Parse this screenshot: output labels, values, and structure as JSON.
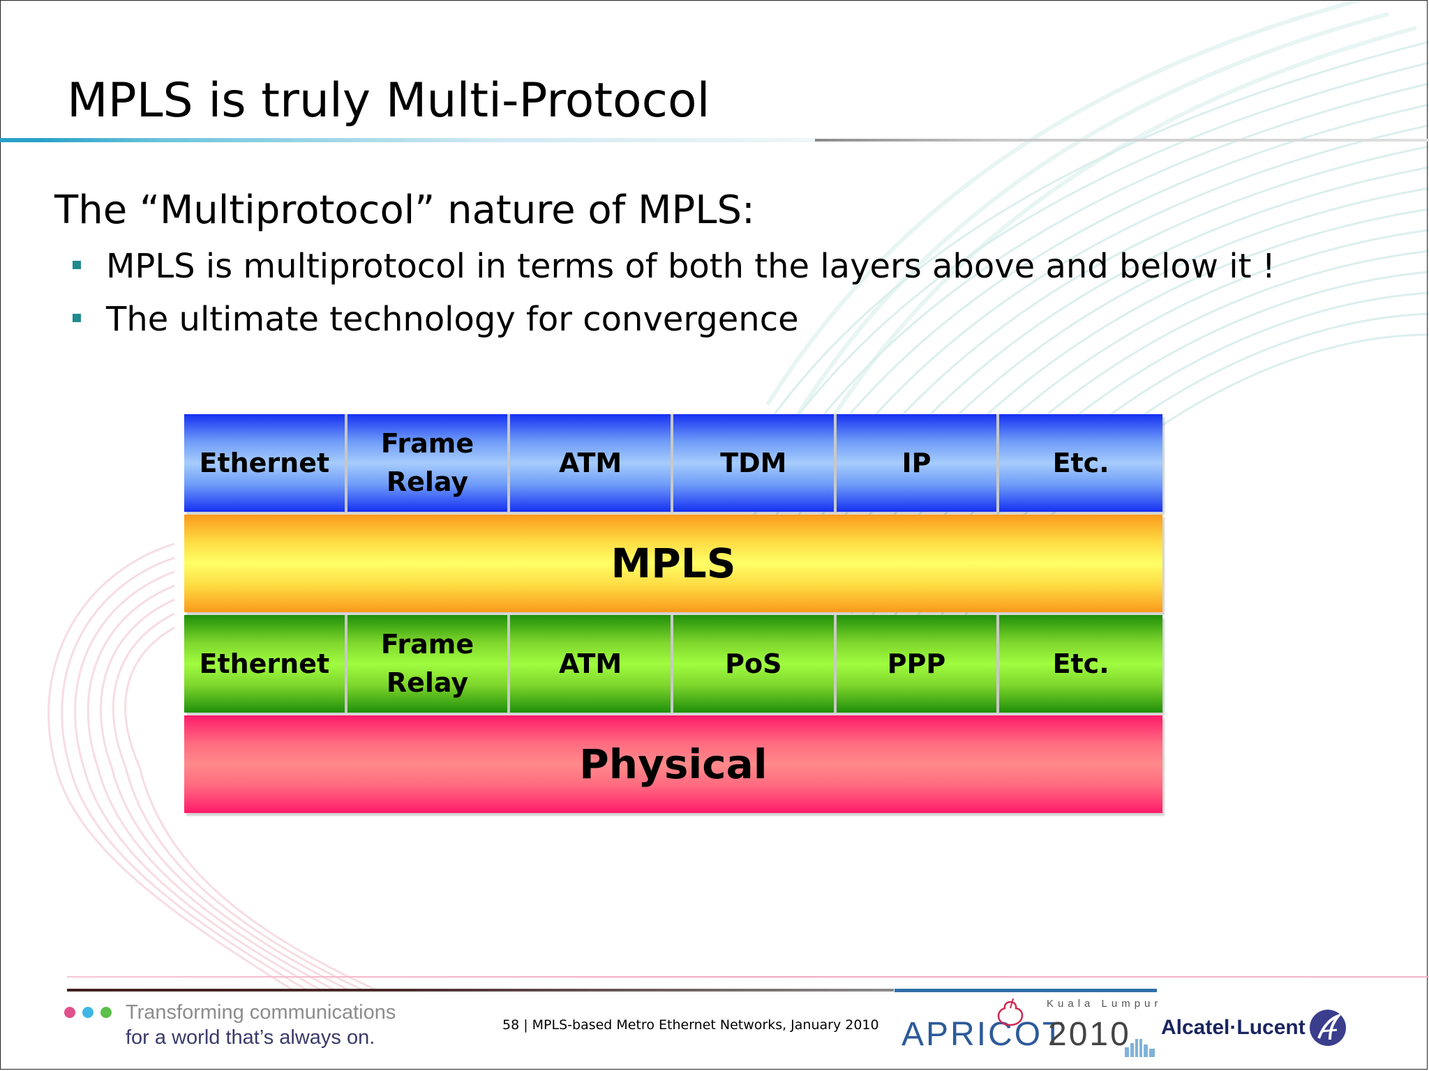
{
  "slide": {
    "title": "MPLS is truly Multi-Protocol",
    "lead": "The “Multiprotocol” nature of MPLS:",
    "bullets": [
      "MPLS is multiprotocol in terms of both the layers above and below it !",
      "The ultimate technology for convergence"
    ]
  },
  "diagram": {
    "upper_protocols": [
      "Ethernet",
      "Frame\nRelay",
      "ATM",
      "TDM",
      "IP",
      "Etc."
    ],
    "mpls_layer": "MPLS",
    "lower_protocols": [
      "Ethernet",
      "Frame\nRelay",
      "ATM",
      "PoS",
      "PPP",
      "Etc."
    ],
    "physical_layer": "Physical",
    "colors": {
      "upper": "#1530f2",
      "mpls": "#fedc44",
      "lower": "#7ed62c",
      "physical": "#ff1a6a"
    }
  },
  "footer": {
    "tagline_line1": "Transforming communications",
    "tagline_line2": "for a world that’s always on.",
    "note": "58 | MPLS-based Metro Ethernet Networks, January 2010",
    "event_word": "APRICOT",
    "event_year": "2010",
    "event_city": "Kuala Lumpur",
    "company": "Alcatel·Lucent",
    "dot_colors": [
      "#e0508a",
      "#3fb6e6",
      "#5cbf4a"
    ]
  }
}
